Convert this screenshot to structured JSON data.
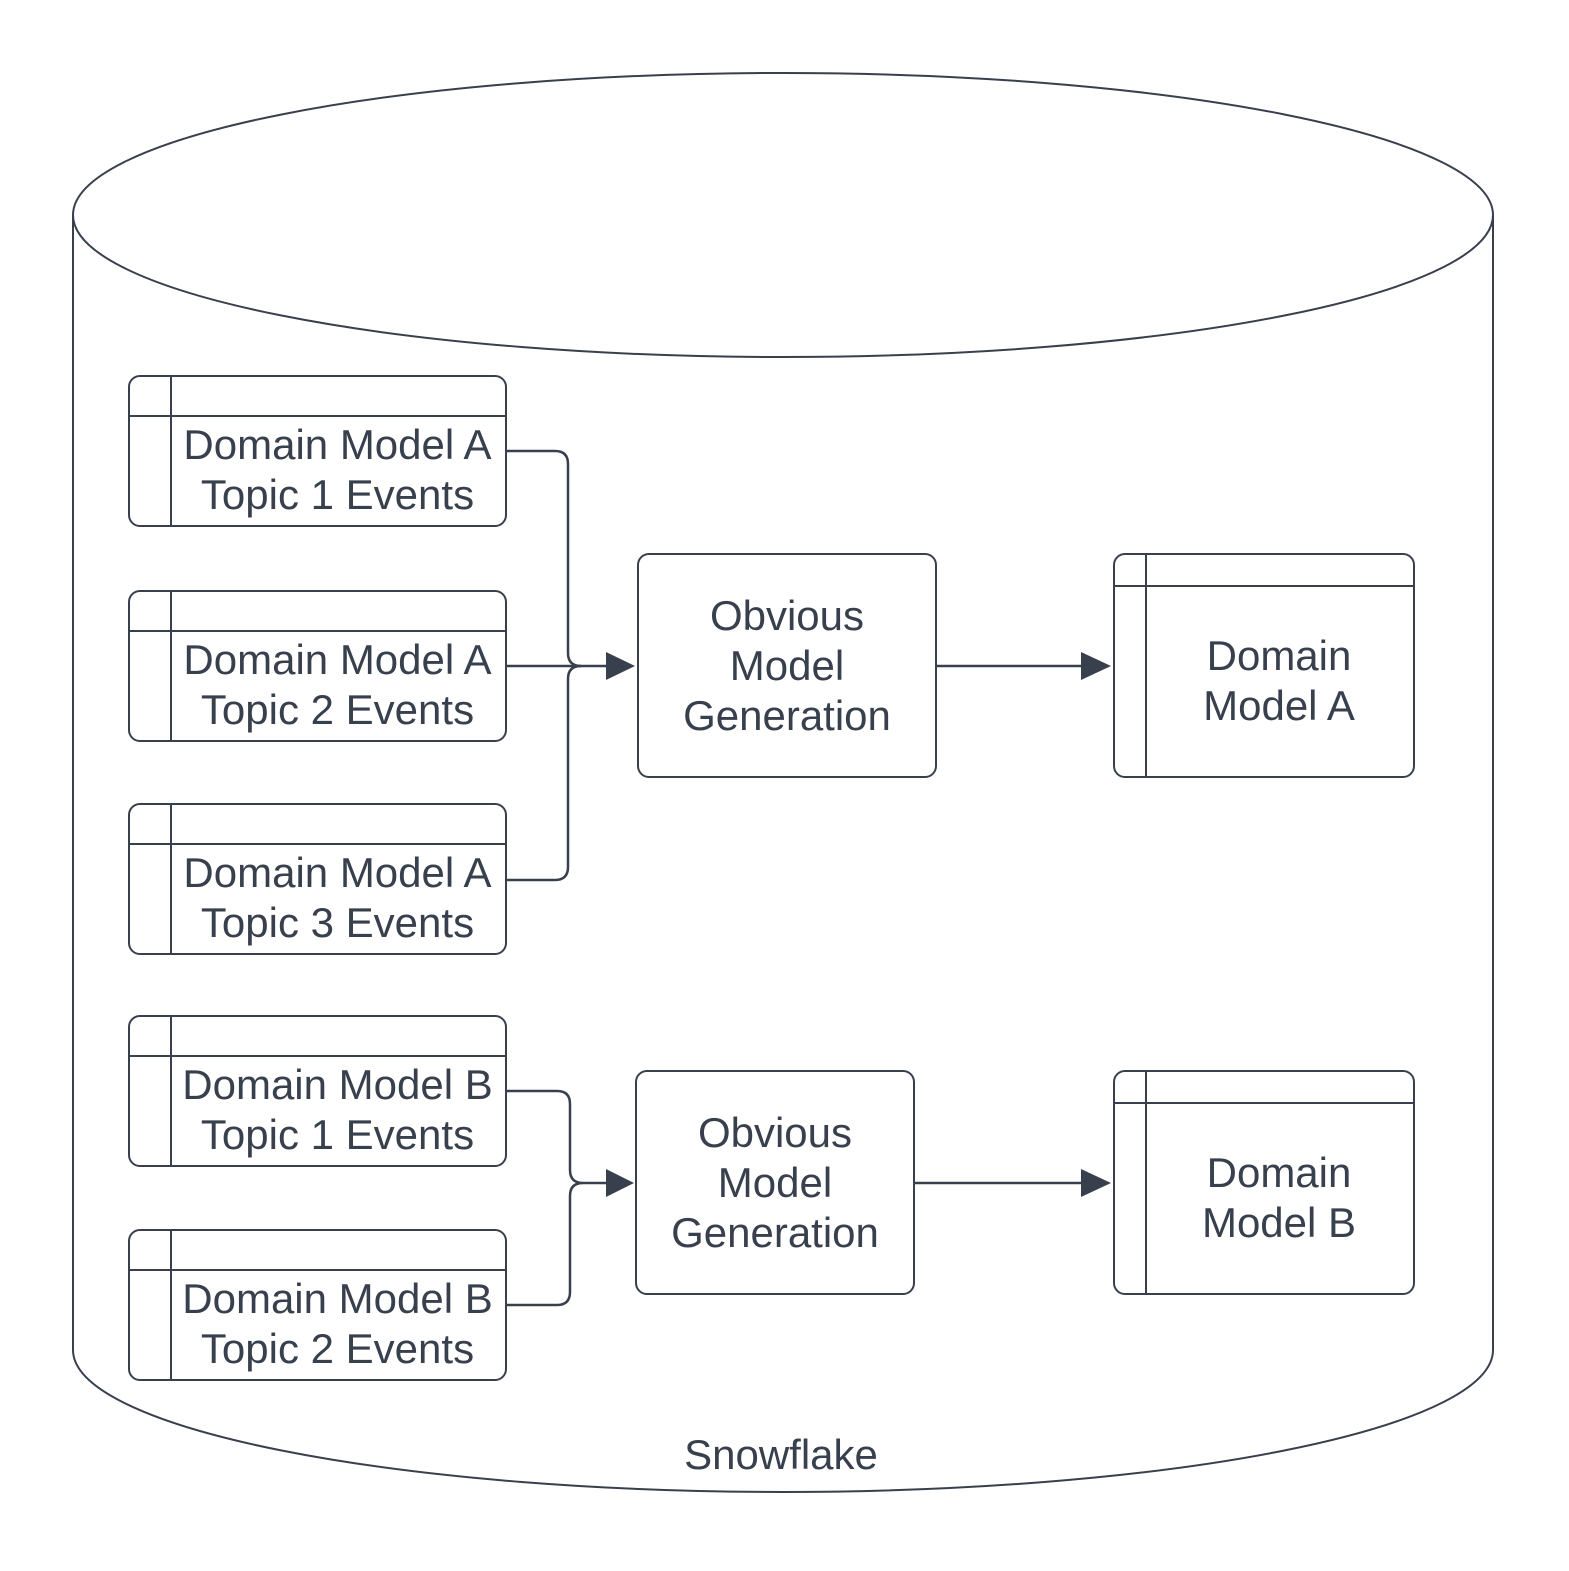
{
  "diagram": {
    "container_label": "Snowflake",
    "stroke_color": "#38404e",
    "text_color": "#38404e",
    "background_color": "#ffffff",
    "groups": [
      {
        "name": "domain-model-a",
        "sources": [
          {
            "label": "Domain Model A\nTopic 1 Events"
          },
          {
            "label": "Domain Model A\nTopic 2 Events"
          },
          {
            "label": "Domain Model A\nTopic 3 Events"
          }
        ],
        "process": {
          "label": "Obvious\nModel\nGeneration"
        },
        "output": {
          "label": "Domain\nModel A"
        }
      },
      {
        "name": "domain-model-b",
        "sources": [
          {
            "label": "Domain Model B\nTopic 1 Events"
          },
          {
            "label": "Domain Model B\nTopic 2 Events"
          }
        ],
        "process": {
          "label": "Obvious\nModel\nGeneration"
        },
        "output": {
          "label": "Domain\nModel B"
        }
      }
    ]
  }
}
